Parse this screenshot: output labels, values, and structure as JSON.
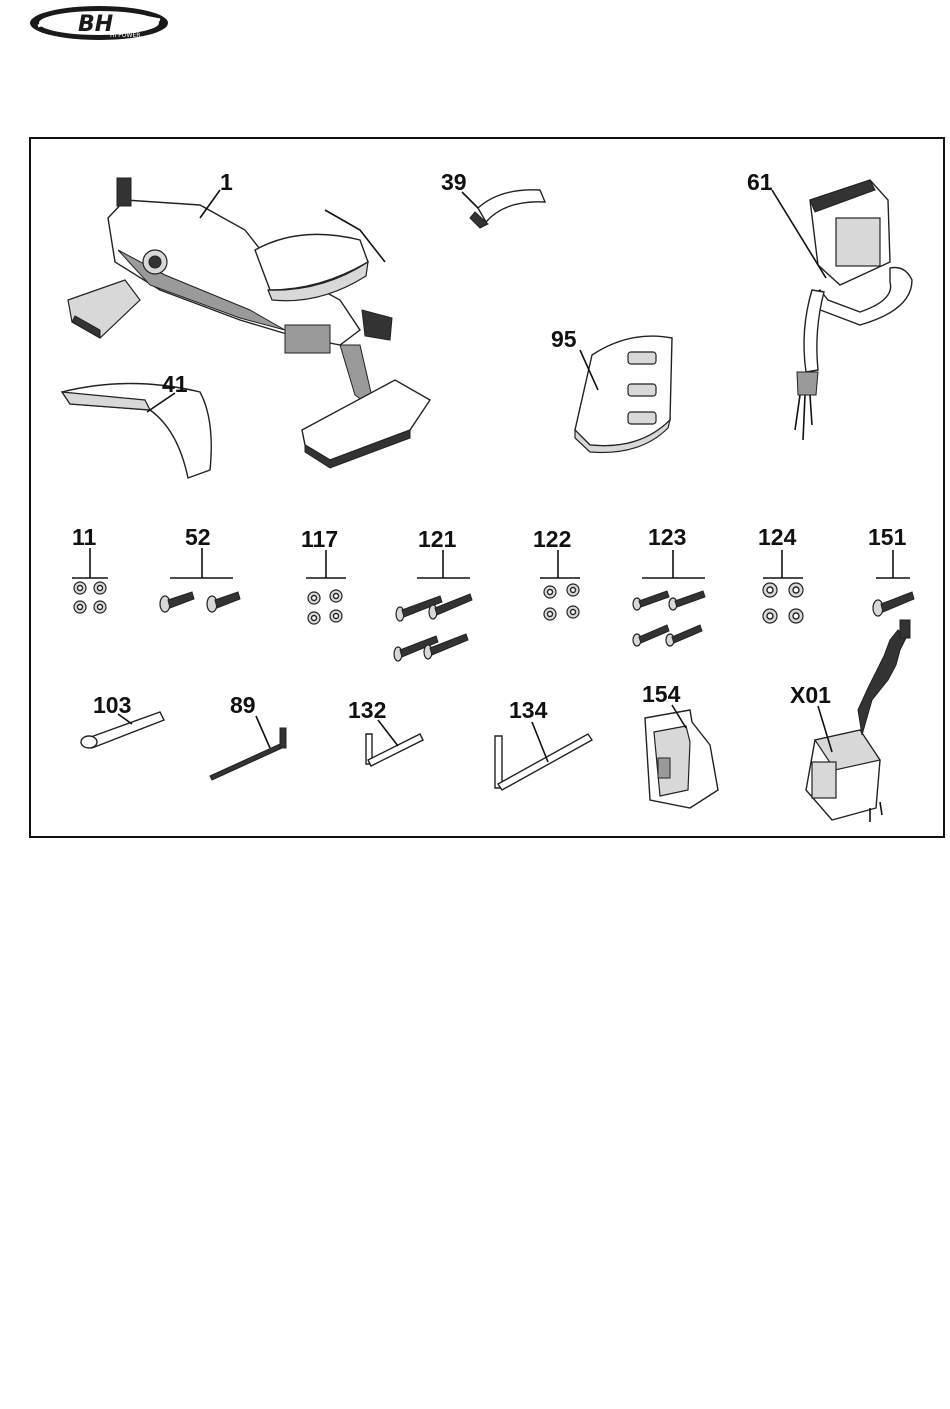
{
  "logo": {
    "brand": "BH",
    "tagline": "HI POWER"
  },
  "parts": {
    "p1": "1",
    "p39": "39",
    "p61": "61",
    "p41": "41",
    "p95": "95",
    "p11": "11",
    "p52": "52",
    "p117": "117",
    "p121": "121",
    "p122": "122",
    "p123": "123",
    "p124": "124",
    "p151": "151",
    "p103": "103",
    "p89": "89",
    "p132": "132",
    "p134": "134",
    "p154": "154",
    "pX01": "X01"
  }
}
